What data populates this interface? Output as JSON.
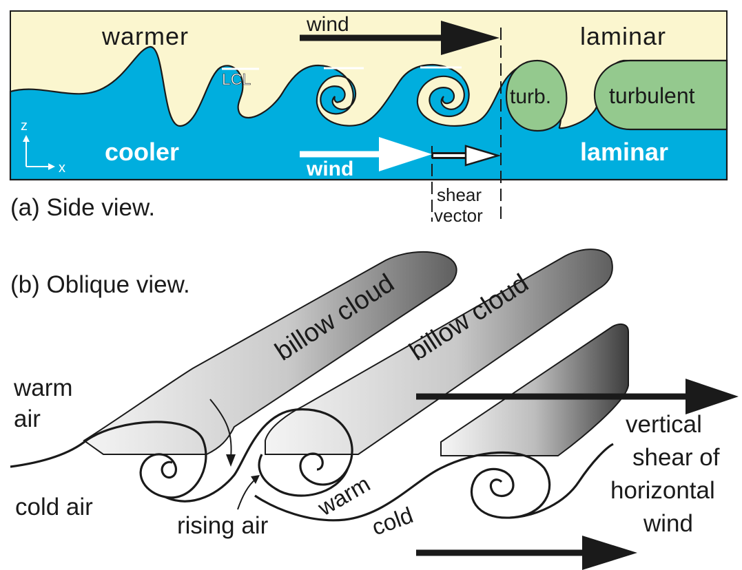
{
  "side_view": {
    "caption": "(a) Side view.",
    "warmer": "warmer",
    "cooler": "cooler",
    "laminar_top": "laminar",
    "laminar_bottom": "laminar",
    "wind_top": "wind",
    "wind_bottom": "wind",
    "lcl": "LCL",
    "turb_small": "turb.",
    "turb_large": "turbulent",
    "axis_z": "z",
    "axis_x": "x",
    "shear_line1": "shear",
    "shear_line2": "vector"
  },
  "oblique_view": {
    "caption": "(b) Oblique view.",
    "cloud1": "billow cloud",
    "cloud2": "billow cloud",
    "warm_air_line1": "warm",
    "warm_air_line2": "air",
    "cold_air": "cold air",
    "rising_air": "rising air",
    "warm": "warm",
    "cold": "cold",
    "shear_line1": "vertical",
    "shear_line2": "shear of",
    "shear_line3": "horizontal",
    "shear_line4": "wind"
  },
  "colors": {
    "warm_air": "#fbf6cf",
    "cool_air": "#00aede",
    "turbulent": "#94c98e",
    "arrow": "#1a1a1a",
    "cloud_light": "#f2f2f2",
    "cloud_dark": "#6a6a6a"
  }
}
